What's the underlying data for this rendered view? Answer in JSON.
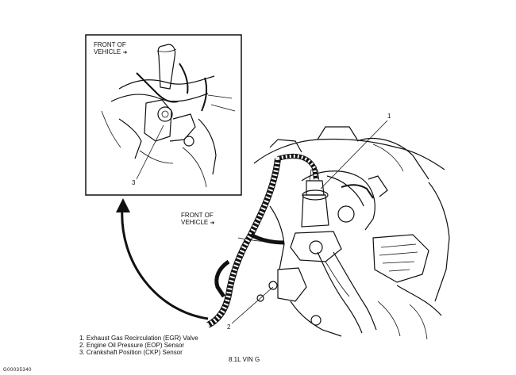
{
  "inset": {
    "front_label_line1": "FRONT OF",
    "front_label_line2": "VEHICLE",
    "callout": "3"
  },
  "main": {
    "front_label_line1": "FRONT OF",
    "front_label_line2": "VEHICLE",
    "callout_1": "1",
    "callout_2": "2"
  },
  "legend": [
    "1. Exhaust Gas Recirculation (EGR) Valve",
    "2. Engine Oil Pressure (EOP) Sensor",
    "3. Crankshaft Position (CKP) Sensor"
  ],
  "caption": "8.1L VIN G",
  "figure_id": "G00035340",
  "front_arrow_glyph": "➜"
}
